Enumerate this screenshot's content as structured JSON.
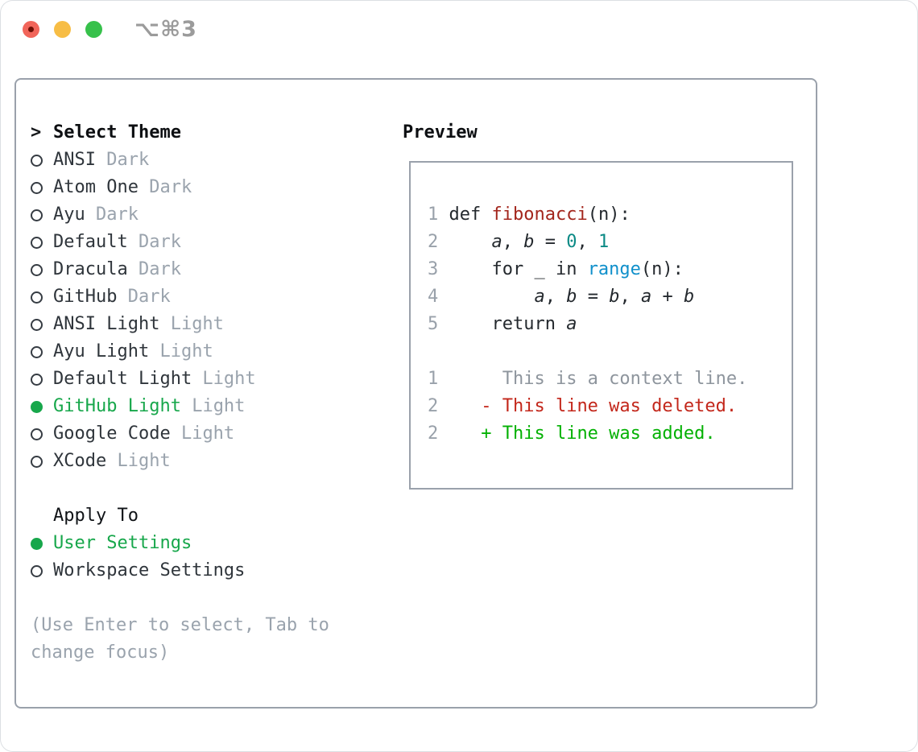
{
  "window": {
    "title": "⌥⌘3",
    "buttons": {
      "close": "close",
      "minimize": "minimize",
      "zoom": "zoom"
    }
  },
  "left": {
    "header": {
      "prompt": ">",
      "label": "Select Theme"
    },
    "themes": [
      {
        "name": "ANSI",
        "variant": "Dark",
        "selected": false
      },
      {
        "name": "Atom One",
        "variant": "Dark",
        "selected": false
      },
      {
        "name": "Ayu",
        "variant": "Dark",
        "selected": false
      },
      {
        "name": "Default",
        "variant": "Dark",
        "selected": false
      },
      {
        "name": "Dracula",
        "variant": "Dark",
        "selected": false
      },
      {
        "name": "GitHub",
        "variant": "Dark",
        "selected": false
      },
      {
        "name": "ANSI Light",
        "variant": "Light",
        "selected": false
      },
      {
        "name": "Ayu Light",
        "variant": "Light",
        "selected": false
      },
      {
        "name": "Default Light",
        "variant": "Light",
        "selected": false
      },
      {
        "name": "GitHub Light",
        "variant": "Light",
        "selected": true
      },
      {
        "name": "Google Code",
        "variant": "Light",
        "selected": false
      },
      {
        "name": "XCode",
        "variant": "Light",
        "selected": false
      }
    ],
    "apply_to": {
      "label": "Apply To",
      "options": [
        {
          "name": "User Settings",
          "selected": true
        },
        {
          "name": "Workspace Settings",
          "selected": false
        }
      ]
    },
    "hint": "(Use Enter to select, Tab to change focus)"
  },
  "preview": {
    "heading": "Preview",
    "lines": [
      [
        {
          "t": "1 ",
          "c": "ln"
        },
        {
          "t": "def ",
          "c": "code"
        },
        {
          "t": "fibonacci",
          "c": "fn"
        },
        {
          "t": "(n):",
          "c": "code"
        }
      ],
      [
        {
          "t": "2 ",
          "c": "ln"
        },
        {
          "t": "    ",
          "c": "code"
        },
        {
          "t": "a",
          "c": "var"
        },
        {
          "t": ", ",
          "c": "code"
        },
        {
          "t": "b",
          "c": "var"
        },
        {
          "t": " = ",
          "c": "code"
        },
        {
          "t": "0",
          "c": "num"
        },
        {
          "t": ", ",
          "c": "code"
        },
        {
          "t": "1",
          "c": "num"
        }
      ],
      [
        {
          "t": "3 ",
          "c": "ln"
        },
        {
          "t": "    for _ in ",
          "c": "code"
        },
        {
          "t": "range",
          "c": "blue"
        },
        {
          "t": "(n):",
          "c": "code"
        }
      ],
      [
        {
          "t": "4 ",
          "c": "ln"
        },
        {
          "t": "        ",
          "c": "code"
        },
        {
          "t": "a",
          "c": "var"
        },
        {
          "t": ", ",
          "c": "code"
        },
        {
          "t": "b",
          "c": "var"
        },
        {
          "t": " = ",
          "c": "code"
        },
        {
          "t": "b",
          "c": "var"
        },
        {
          "t": ", ",
          "c": "code"
        },
        {
          "t": "a",
          "c": "var"
        },
        {
          "t": " + ",
          "c": "code"
        },
        {
          "t": "b",
          "c": "var"
        }
      ],
      [
        {
          "t": "5 ",
          "c": "ln"
        },
        {
          "t": "    return ",
          "c": "code"
        },
        {
          "t": "a",
          "c": "var"
        }
      ],
      [],
      [
        {
          "t": "1",
          "c": "ln"
        },
        {
          "t": "      This is a context line.",
          "c": "ctx"
        }
      ],
      [
        {
          "t": "2",
          "c": "ln"
        },
        {
          "t": "    ",
          "c": "code"
        },
        {
          "t": "- This line was deleted.",
          "c": "del"
        }
      ],
      [
        {
          "t": "2",
          "c": "ln"
        },
        {
          "t": "    ",
          "c": "code"
        },
        {
          "t": "+ This line was added.",
          "c": "add"
        }
      ]
    ]
  },
  "colors": {
    "accent_green": "#17a74b",
    "panel_border": "#9aa1ab",
    "muted_text": "#9aa3ad",
    "diff_deleted": "#c3271b",
    "diff_added": "#04b104",
    "function_red": "#a3261d",
    "number_teal": "#0b8a85",
    "builtin_blue": "#1090cb",
    "traffic_red": "#f1655a",
    "traffic_yellow": "#f7bd45",
    "traffic_green": "#37c14b"
  }
}
